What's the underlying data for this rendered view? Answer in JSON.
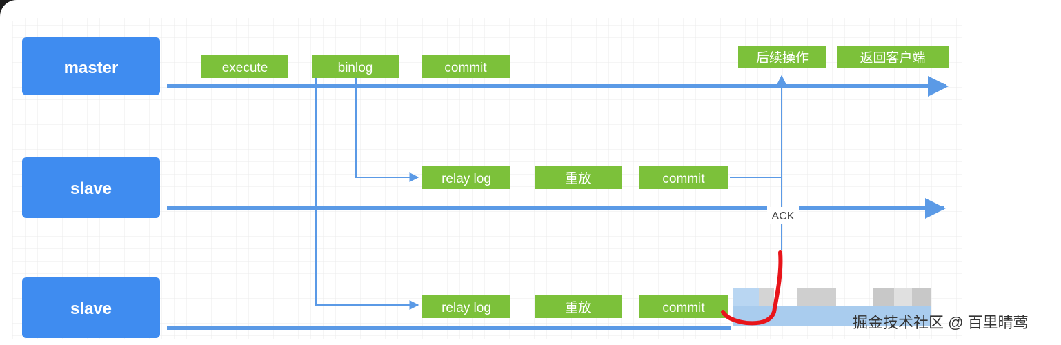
{
  "colors": {
    "node_blue": "#3f8cf0",
    "step_green": "#7cc13a",
    "line_blue": "#5b9ae6",
    "grid": "#e6e6e6",
    "annotation_red": "#e8141a",
    "blur_light": "#a9ccee",
    "blur_gray": "#cfcfcf"
  },
  "nodes": {
    "master": "master",
    "slave1": "slave",
    "slave2": "slave"
  },
  "master_steps": {
    "execute": "execute",
    "binlog": "binlog",
    "commit": "commit",
    "followup": "后续操作",
    "return_client": "返回客户端"
  },
  "slave1_steps": {
    "relay_log": "relay log",
    "replay": "重放",
    "commit": "commit"
  },
  "slave2_steps": {
    "relay_log": "relay log",
    "replay": "重放",
    "commit": "commit"
  },
  "ack_label": "ACK",
  "watermark": "掘金技术社区 @ 百里晴莺"
}
